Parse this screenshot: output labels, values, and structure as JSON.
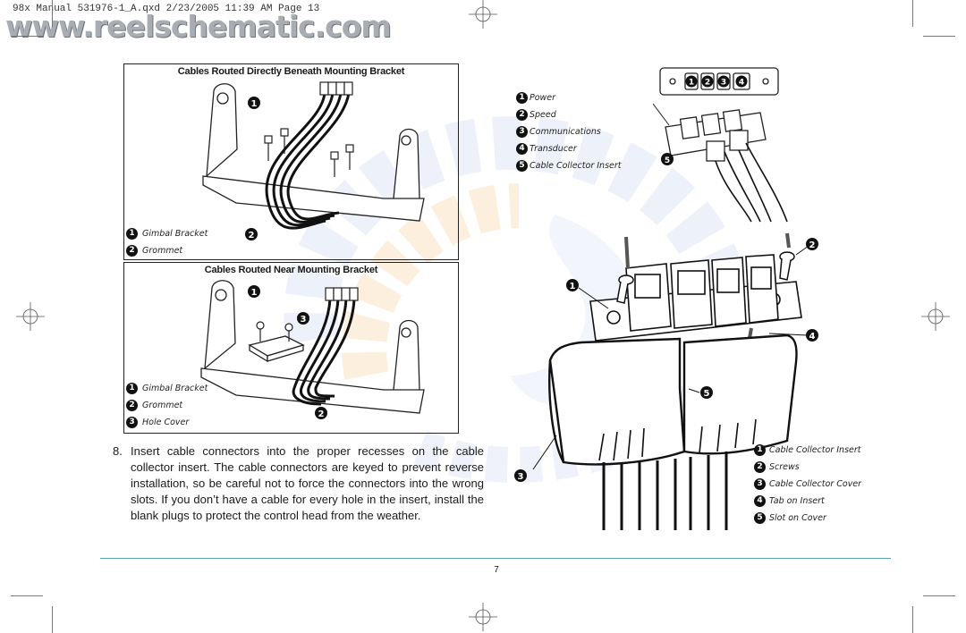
{
  "slug_line": "98x Manual 531976-1_A.qxd  2/23/2005  11:39 AM  Page 13",
  "watermark": "www.reelschematic.com",
  "panel1": {
    "title": "Cables Routed Directly Beneath Mounting Bracket",
    "legend": [
      {
        "num": "1",
        "label": "Gimbal Bracket"
      },
      {
        "num": "2",
        "label": "Grommet"
      }
    ]
  },
  "panel2": {
    "title": "Cables Routed Near Mounting Bracket",
    "legend": [
      {
        "num": "1",
        "label": "Gimbal Bracket"
      },
      {
        "num": "2",
        "label": "Grommet"
      },
      {
        "num": "3",
        "label": "Hole Cover"
      }
    ]
  },
  "connector_legend": [
    {
      "num": "1",
      "label": "Power"
    },
    {
      "num": "2",
      "label": "Speed"
    },
    {
      "num": "3",
      "label": "Communications"
    },
    {
      "num": "4",
      "label": "Transducer"
    },
    {
      "num": "5",
      "label": "Cable Collector Insert"
    }
  ],
  "insert_plate_numbers": [
    "1",
    "2",
    "3",
    "4"
  ],
  "collector_legend": [
    {
      "num": "1",
      "label": "Cable Collector Insert"
    },
    {
      "num": "2",
      "label": "Screws"
    },
    {
      "num": "3",
      "label": "Cable Collector Cover"
    },
    {
      "num": "4",
      "label": "Tab on Insert"
    },
    {
      "num": "5",
      "label": "Slot on Cover"
    }
  ],
  "diagram_callouts": {
    "p1_gimbal": "1",
    "p1_grommet": "2",
    "p2_gimbal": "1",
    "p2_grommet": "2",
    "p2_hole": "3",
    "plate_insert": "5",
    "big_insert": "1",
    "big_screws": "2",
    "big_cover": "3",
    "big_tab": "4",
    "big_slot": "5"
  },
  "step": {
    "number": "8.",
    "text": "Insert cable connectors into the proper recesses on the cable collector insert. The cable connectors are keyed to prevent reverse installation, so be careful not to force the connectors into the wrong slots. If you don’t have a cable for every hole in the insert, install the blank plugs to protect the control head from the weather."
  },
  "page_number": "7"
}
